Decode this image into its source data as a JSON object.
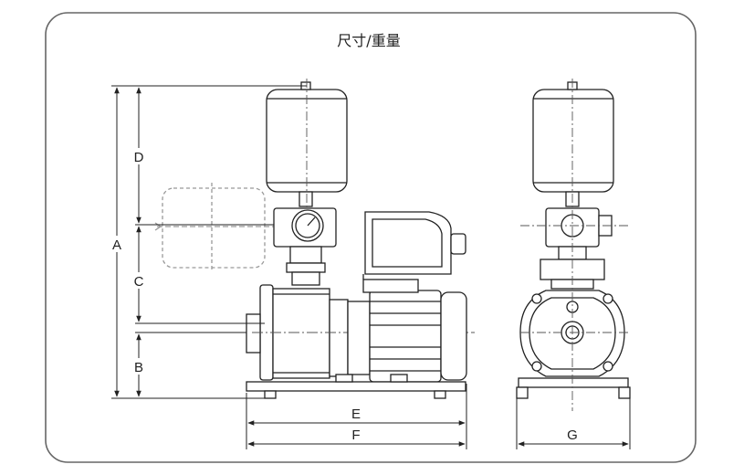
{
  "title": "尺寸/重量",
  "dimension_labels": {
    "A": "A",
    "B": "B",
    "C": "C",
    "D": "D",
    "E": "E",
    "F": "F",
    "G": "G"
  },
  "colors": {
    "frame": "#666666",
    "line": "#222222",
    "dashed": "#999999",
    "fill": "#ffffff"
  }
}
